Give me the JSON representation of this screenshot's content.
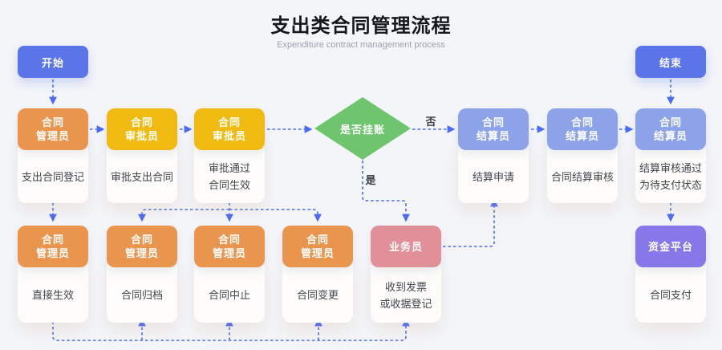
{
  "title": {
    "main": "支出类合同管理流程",
    "sub": "Expenditure contract management process"
  },
  "terminals": {
    "start": "开始",
    "end": "结束"
  },
  "decision": {
    "label": "是否挂账",
    "yes_label": "是",
    "no_label": "否"
  },
  "nodes": [
    {
      "role1": "合同",
      "role2": "管理员",
      "task1": "支出合同登记",
      "task2": ""
    },
    {
      "role1": "合同",
      "role2": "审批员",
      "task1": "审批支出合同",
      "task2": ""
    },
    {
      "role1": "合同",
      "role2": "审批员",
      "task1": "审批通过",
      "task2": "合同生效"
    },
    {
      "role1": "合同",
      "role2": "结算员",
      "task1": "结算申请",
      "task2": ""
    },
    {
      "role1": "合同",
      "role2": "结算员",
      "task1": "合同结算审核",
      "task2": ""
    },
    {
      "role1": "合同",
      "role2": "结算员",
      "task1": "结算审核通过",
      "task2": "为待支付状态"
    },
    {
      "role1": "合同",
      "role2": "管理员",
      "task1": "直接生效",
      "task2": ""
    },
    {
      "role1": "合同",
      "role2": "管理员",
      "task1": "合同归档",
      "task2": ""
    },
    {
      "role1": "合同",
      "role2": "管理员",
      "task1": "合同中止",
      "task2": ""
    },
    {
      "role1": "合同",
      "role2": "管理员",
      "task1": "合同变更",
      "task2": ""
    },
    {
      "role1": "业务员",
      "role2": "",
      "task1": "收到发票",
      "task2": "或收据登记"
    },
    {
      "role1": "资金平台",
      "role2": "",
      "task1": "合同支付",
      "task2": ""
    }
  ],
  "colors": {
    "background": "#F3F5F9",
    "card": "#FDFCFA",
    "terminal": "#5B74E8",
    "manager": "#E9954E",
    "approver": "#F0BA10",
    "settler": "#8CA2E9",
    "decision": "#6EC56E",
    "sales": "#E18F98",
    "platform": "#8678E9",
    "arrow": "#4A6BF5"
  }
}
